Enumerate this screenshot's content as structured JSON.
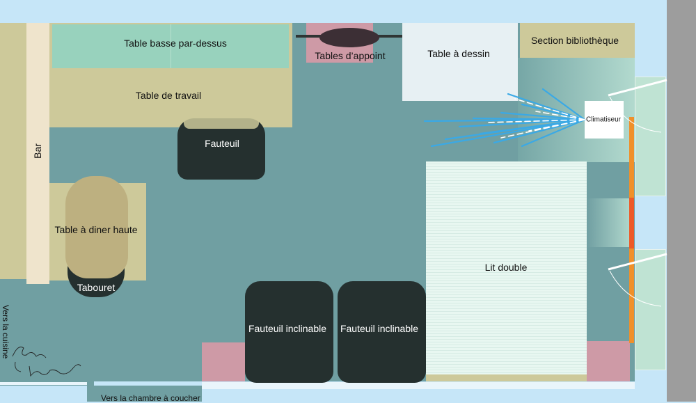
{
  "labels": {
    "coffee_table": "Table basse par-dessus",
    "work_table": "Table de travail",
    "side_tables": "Tables d’appoint",
    "drawing_table": "Table à dessin",
    "library": "Section bibliothèque",
    "bar": "Bar",
    "armchair": "Fauteuil",
    "dining_table": "Table à diner haute",
    "stool": "Tabouret",
    "air_conditioner": "Climatiseur",
    "double_bed": "Lit double",
    "recliner_left": "Fauteuil inclinable",
    "recliner_right": "Fauteuil inclinable",
    "to_kitchen": "Vers la cuisine",
    "to_bedroom": "Vers la chambre à coucher",
    "signature": "François Hassel"
  },
  "colors": {
    "floor": "#709fa2",
    "wall": "#c6e6f8",
    "furniture_beige": "#cdc99a",
    "coffee_table_mint": "#98d2bd",
    "side_table_pink": "#ce9aa6",
    "dark_seat": "#25302f",
    "window_orange": "#f0902a",
    "window_red": "#ee5a28",
    "ac_airflow": "#3aa9e6"
  }
}
